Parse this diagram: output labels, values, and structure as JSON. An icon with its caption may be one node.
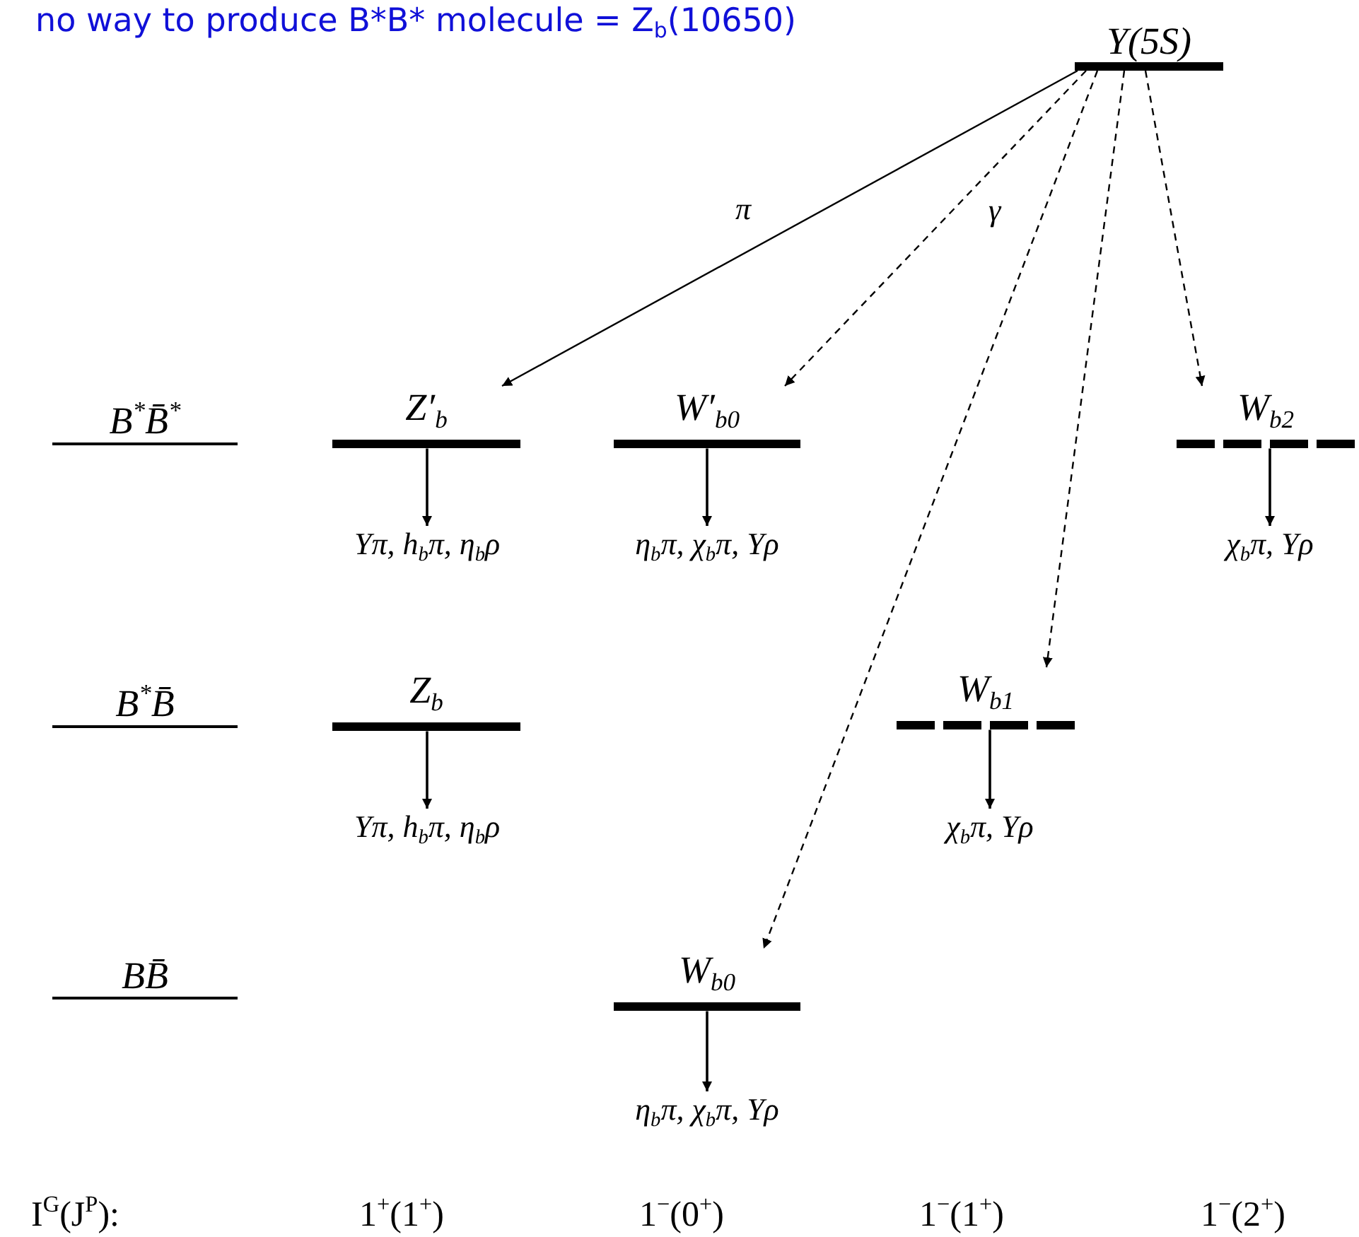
{
  "diagram": {
    "title": "no way to produce B*B* molecule = Z$_{b}$(10650)",
    "nodes": [
      {
        "text": [
          "Υ(5S)"
        ]
      },
      {
        "text": [
          "B$^{*}$B̄$^{*}$"
        ]
      },
      {
        "text": [
          "Z′$_{b}$"
        ]
      },
      {
        "text": [
          "W′$_{b0}$"
        ]
      },
      {
        "text": [
          "W$_{b2}$"
        ]
      },
      {
        "text": [
          "Υπ, h$_{b}$π, η$_{b}$ρ"
        ]
      },
      {
        "text": [
          "η$_{b}$π, χ$_{b}$π, Υρ"
        ]
      },
      {
        "text": [
          "χ$_{b}$π, Υρ"
        ]
      },
      {
        "text": [
          "B$^{*}$B̄"
        ]
      },
      {
        "text": [
          "Z$_{b}$"
        ]
      },
      {
        "text": [
          "W$_{b1}$"
        ]
      },
      {
        "text": [
          "Υπ, h$_{b}$π, η$_{b}$ρ"
        ]
      },
      {
        "text": [
          "χ$_{b}$π, Υρ"
        ]
      },
      {
        "text": [
          "BB̄"
        ]
      },
      {
        "text": [
          "W$_{b0}$"
        ]
      },
      {
        "text": [
          "η$_{b}$π, χ$_{b}$π, Υρ"
        ]
      }
    ],
    "edges": [
      {
        "from": 0,
        "to": 2,
        "arrow": "to",
        "label": "π"
      },
      {
        "from": 0,
        "to": 3,
        "arrow": "to",
        "label": "γ",
        "style": "dashed"
      },
      {
        "from": 0,
        "to": 14,
        "arrow": "to",
        "style": "dashed"
      },
      {
        "from": 0,
        "to": 10,
        "arrow": "to",
        "style": "dashed"
      },
      {
        "from": 0,
        "to": 4,
        "arrow": "to",
        "style": "dashed"
      },
      {
        "from": 2,
        "to": 5,
        "arrow": "to"
      },
      {
        "from": 3,
        "to": 6,
        "arrow": "to"
      },
      {
        "from": 4,
        "to": 7,
        "arrow": "to"
      },
      {
        "from": 9,
        "to": 11,
        "arrow": "to"
      },
      {
        "from": 10,
        "to": 12,
        "arrow": "to"
      },
      {
        "from": 14,
        "to": 15,
        "arrow": "to"
      }
    ],
    "labels": [
      "I$^{G}$(J$^{P}$):",
      "1$^{+}$(1$^{+}$)",
      "1$^{−}$(0$^{+}$)",
      "1$^{−}$(1$^{+}$)",
      "1$^{−}$(2$^{+}$)"
    ]
  }
}
